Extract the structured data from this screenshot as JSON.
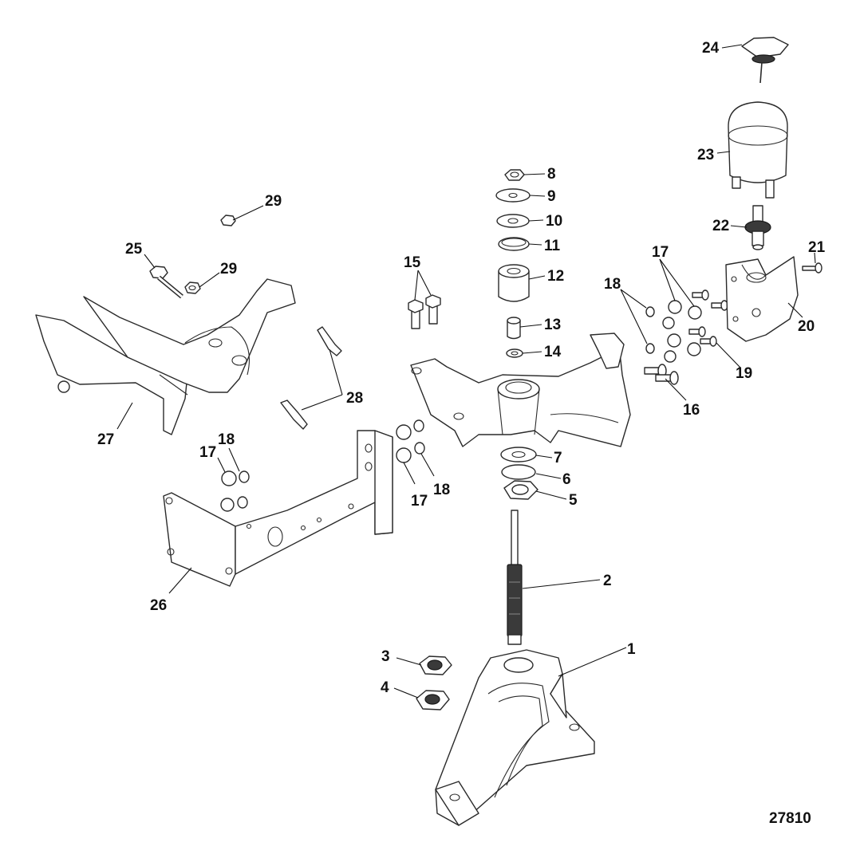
{
  "figure_number": "27810",
  "callouts": [
    "1",
    "2",
    "3",
    "4",
    "5",
    "6",
    "7",
    "8",
    "9",
    "10",
    "11",
    "12",
    "13",
    "14",
    "15",
    "16",
    "17",
    "18",
    "19",
    "20",
    "21",
    "22",
    "23",
    "24",
    "25",
    "26",
    "27",
    "28",
    "29"
  ],
  "colors": {
    "line": "#2a2a2a",
    "background": "#ffffff",
    "text": "#111111"
  }
}
